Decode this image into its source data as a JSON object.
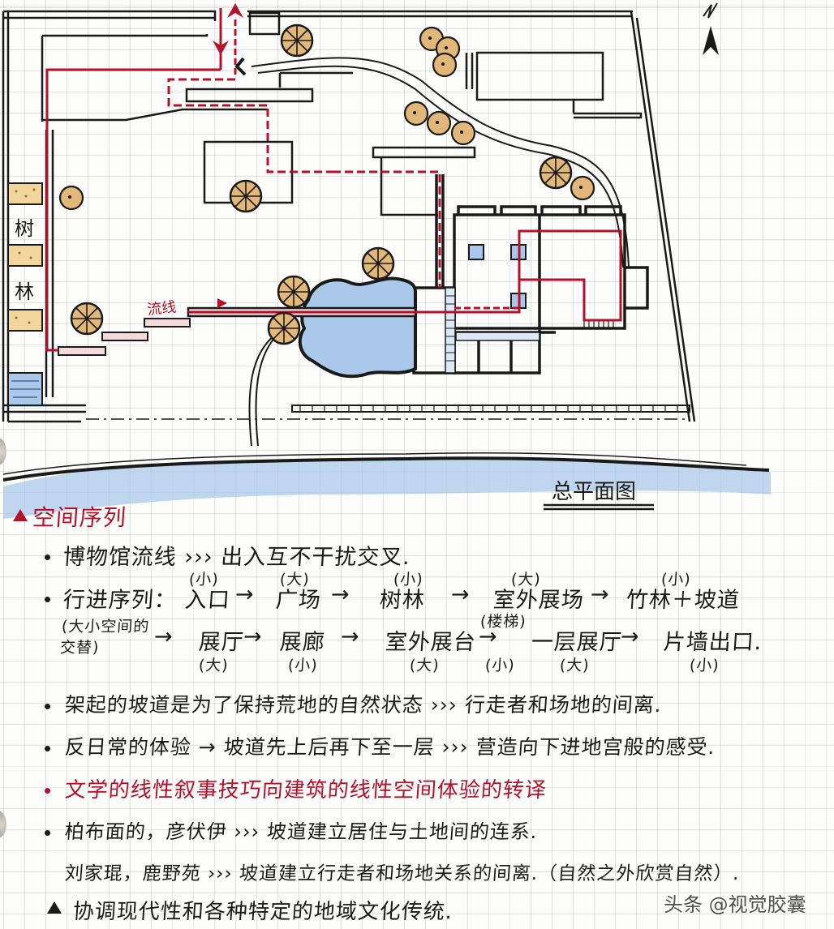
{
  "plan": {
    "title": "总平面图",
    "flow_label": "流线",
    "tree_grove_labels": [
      "树",
      "林"
    ],
    "north_label": "N"
  },
  "section": {
    "heading": "空间序列",
    "bullets": [
      {
        "text": "博物馆流线 ››› 出入互不干扰交叉.",
        "color": "dark"
      },
      {
        "text": "行进序列：",
        "color": "dark"
      },
      {
        "text": "架起的坡道是为了保持荒地的自然状态 ››› 行走者和场地的间离.",
        "color": "dark"
      },
      {
        "text": "反日常的体验 → 坡道先上后再下至一层 ››› 营造向下进地宫般的感受.",
        "color": "dark"
      },
      {
        "text": "文学的线性叙事技巧向建筑的线性空间体验的转译",
        "color": "red"
      },
      {
        "text": "柏布面的，彦伏伊 ››› 坡道建立居住与土地间的连系.",
        "color": "dark"
      }
    ],
    "extra_line": "刘家琨，鹿野苑 ››› 坡道建立行走者和场地关系的间离.（自然之外欣赏自然）.",
    "closing": "协调现代性和各种特定的地域文化传统.",
    "sequence_row1": [
      {
        "label": "入口",
        "size": "(小)"
      },
      {
        "label": "广场",
        "size": "(大)"
      },
      {
        "label": "树林",
        "size": "(小)"
      },
      {
        "label": "室外展场",
        "size": "(大)"
      },
      {
        "label": "竹林＋坡道",
        "size": "(小)"
      }
    ],
    "sequence_note": "(大小空间的交替)",
    "sequence_row2": [
      {
        "label": "展厅",
        "size": "(大)"
      },
      {
        "label": "展廊",
        "size": "(小)"
      },
      {
        "label": "室外展台",
        "size": "(大)"
      },
      {
        "label": "(楼梯)",
        "size": "(小)"
      },
      {
        "label": "一层展厅",
        "size": "(大)"
      },
      {
        "label": "片墙出口.",
        "size": "(小)"
      }
    ],
    "arrow": "→"
  },
  "watermark": "头条 @视觉胶囊",
  "colors": {
    "ink": "#1a1a1a",
    "red_marker": "#b3122a",
    "water": "#a9c8ea",
    "tree_tan": "#e2b77a",
    "sand": "#f1d59a"
  }
}
